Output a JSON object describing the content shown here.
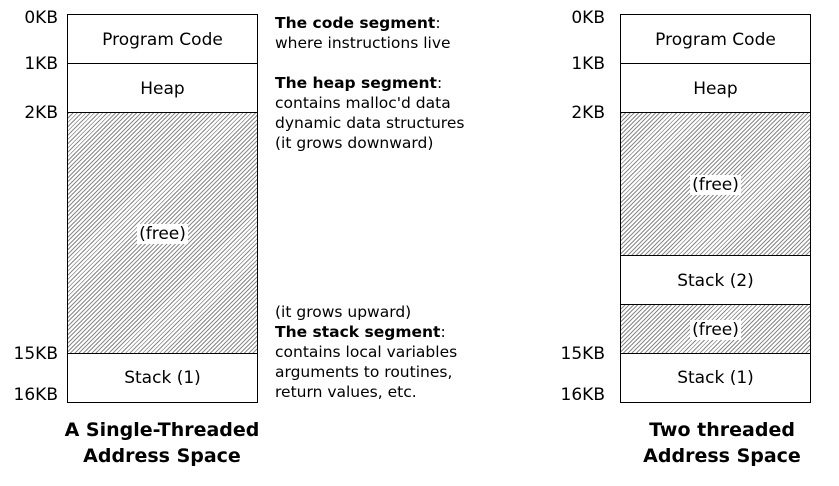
{
  "left": {
    "offsets": {
      "kb0": "0KB",
      "kb1": "1KB",
      "kb2": "2KB",
      "kb15": "15KB",
      "kb16": "16KB"
    },
    "segments": {
      "code": "Program Code",
      "heap": "Heap",
      "free": "(free)",
      "stack1": "Stack (1)"
    },
    "caption": {
      "line1": "A Single-Threaded",
      "line2": "Address Space"
    }
  },
  "notes": {
    "code_title": "The code segment",
    "code_colon": ":",
    "code_desc": "where instructions live",
    "heap_title": "The heap segment",
    "heap_colon": ":",
    "heap_desc1": "contains malloc'd data",
    "heap_desc2": "dynamic data structures",
    "heap_desc3": "(it grows downward)",
    "stack_grow": "(it grows upward)",
    "stack_title": "The stack segment",
    "stack_colon": ":",
    "stack_desc1": "contains local variables",
    "stack_desc2": "arguments to routines,",
    "stack_desc3": "return values, etc."
  },
  "right": {
    "offsets": {
      "kb0": "0KB",
      "kb1": "1KB",
      "kb2": "2KB",
      "kb15": "15KB",
      "kb16": "16KB"
    },
    "segments": {
      "code": "Program Code",
      "heap": "Heap",
      "free1": "(free)",
      "stack2": "Stack (2)",
      "free2": "(free)",
      "stack1": "Stack (1)"
    },
    "caption": {
      "line1": "Two threaded",
      "line2": "Address Space"
    }
  },
  "colors": {
    "hatch": "#8a8a8a",
    "border": "#000000",
    "background": "#ffffff"
  }
}
